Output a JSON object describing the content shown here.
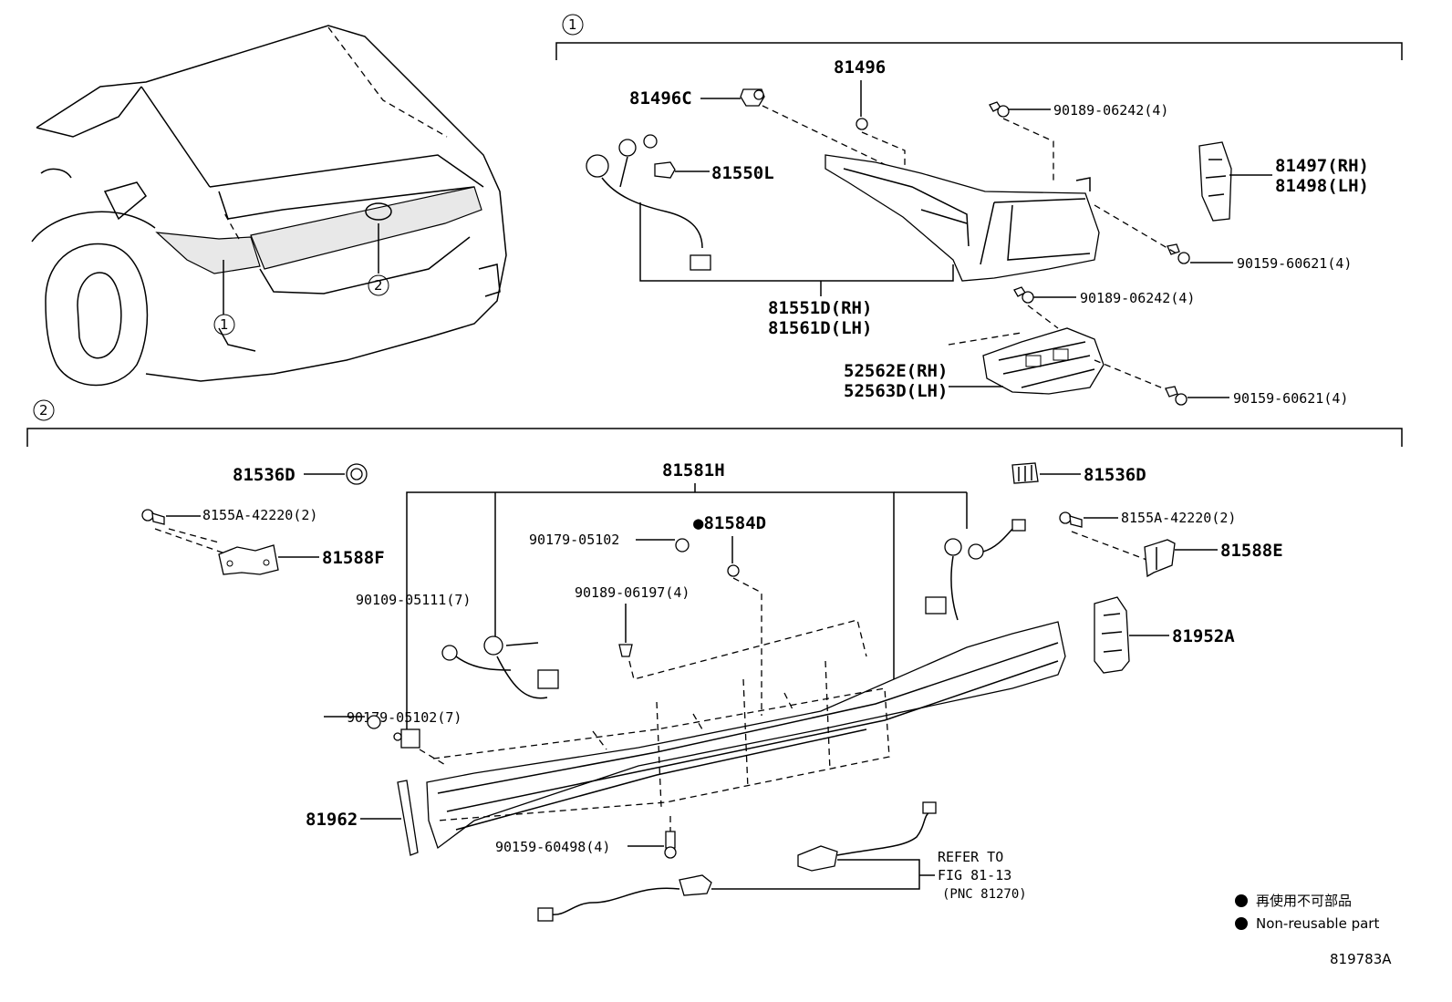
{
  "diagram_id": "819783A",
  "callouts": {
    "c1": "1",
    "c2": "2"
  },
  "section1": {
    "p81496C": "81496C",
    "p81496": "81496",
    "p81550L": "81550L",
    "p90189a": "90189-06242(4)",
    "p81497": "81497(RH)",
    "p81498": "81498(LH)",
    "p90159a": "90159-60621(4)",
    "p81551D": "81551D(RH)",
    "p81561D": "81561D(LH)",
    "p90189b": "90189-06242(4)",
    "p52562E": "52562E(RH)",
    "p52563D": "52563D(LH)",
    "p90159b": "90159-60621(4)"
  },
  "section2": {
    "p81536D_l": "81536D",
    "p81581H": "81581H",
    "p81536D_r": "81536D",
    "p8155A_l": "8155A-42220(2)",
    "p81588F": "81588F",
    "p90179a": "90179-05102",
    "p81584D": "●81584D",
    "p8155A_r": "8155A-42220(2)",
    "p81588E": "81588E",
    "p90109": "90109-05111(7)",
    "p90189c": "90189-06197(4)",
    "p81952A": "81952A",
    "p90179b": "90179-05102(7)",
    "p81962": "81962",
    "p90159c": "90159-60498(4)",
    "refer1": "REFER TO",
    "refer2": "FIG 81-13",
    "refer3": "(PNC 81270)"
  },
  "legend": {
    "jp": "再使用不可部品",
    "en": "Non-reusable part"
  }
}
